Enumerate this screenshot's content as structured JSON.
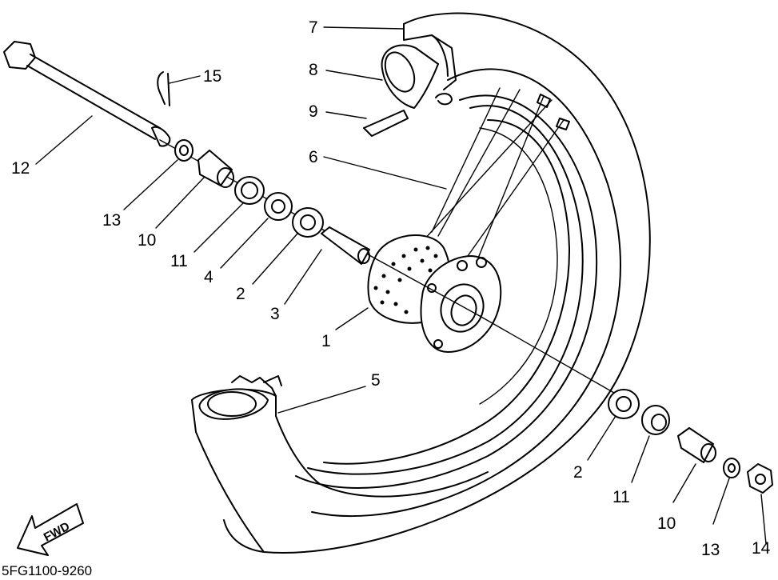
{
  "diagram": {
    "drawing_code": "5FG1100-9260",
    "direction_label": "FWD",
    "callouts": [
      {
        "id": "c1",
        "label": "1"
      },
      {
        "id": "c2a",
        "label": "2"
      },
      {
        "id": "c2b",
        "label": "2"
      },
      {
        "id": "c3",
        "label": "3"
      },
      {
        "id": "c4",
        "label": "4"
      },
      {
        "id": "c5",
        "label": "5"
      },
      {
        "id": "c6",
        "label": "6"
      },
      {
        "id": "c7",
        "label": "7"
      },
      {
        "id": "c8",
        "label": "8"
      },
      {
        "id": "c9",
        "label": "9"
      },
      {
        "id": "c10a",
        "label": "10"
      },
      {
        "id": "c10b",
        "label": "10"
      },
      {
        "id": "c11a",
        "label": "11"
      },
      {
        "id": "c11b",
        "label": "11"
      },
      {
        "id": "c12",
        "label": "12"
      },
      {
        "id": "c13a",
        "label": "13"
      },
      {
        "id": "c13b",
        "label": "13"
      },
      {
        "id": "c14",
        "label": "14"
      },
      {
        "id": "c15",
        "label": "15"
      }
    ]
  }
}
